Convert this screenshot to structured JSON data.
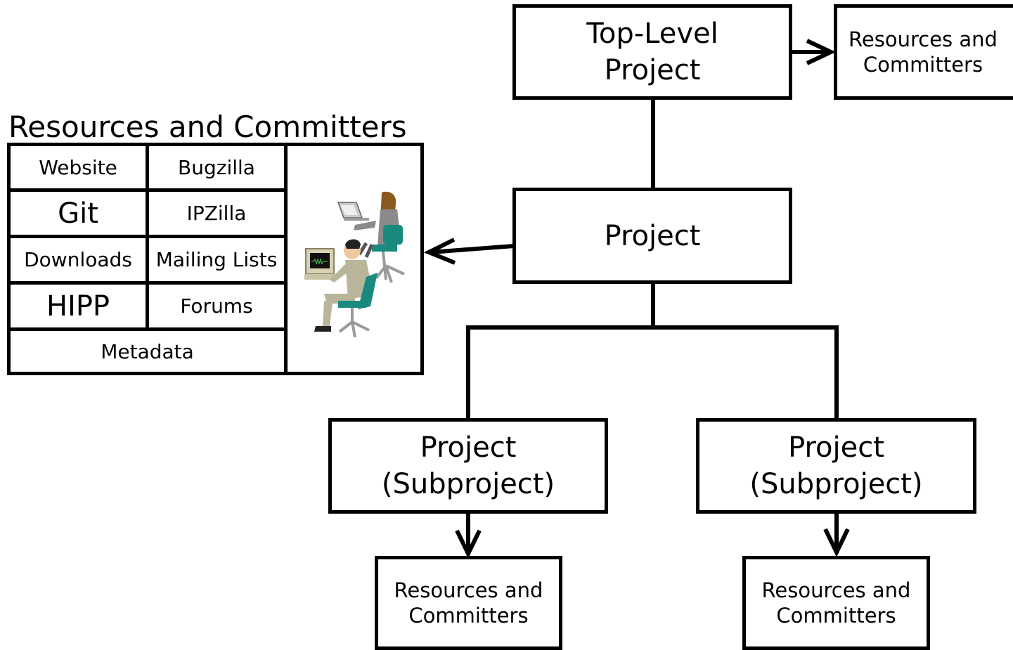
{
  "top_level_project": {
    "line1": "Top-Level",
    "line2": "Project"
  },
  "top_resources": {
    "line1": "Resources and",
    "line2": "Committers"
  },
  "middle_project": {
    "label": "Project"
  },
  "subproject_left": {
    "line1": "Project",
    "line2": "(Subproject)"
  },
  "subproject_right": {
    "line1": "Project",
    "line2": "(Subproject)"
  },
  "left_resources": {
    "line1": "Resources and",
    "line2": "Committers"
  },
  "right_resources": {
    "line1": "Resources and",
    "line2": "Committers"
  },
  "resources_table": {
    "title": "Resources and Committers",
    "cells": [
      "Website",
      "Bugzilla",
      "Git",
      "IPZilla",
      "Downloads",
      "Mailing Lists",
      "HIPP",
      "Forums"
    ],
    "footer": "Metadata",
    "illustration": "people-at-computers-icon"
  }
}
